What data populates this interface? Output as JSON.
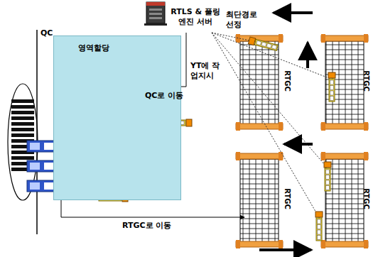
{
  "diagram": {
    "nodes": [
      {
        "text": [
          "영역할당"
        ]
      },
      {
        "text": [
          "RTLS & 풀링엔진 서버"
        ]
      }
    ],
    "labels": [
      "QC",
      "최단경로 선정",
      "YT에 작업지시",
      "QC로 이동",
      "RTGC",
      "RTGC",
      "RTGC",
      "RTGC",
      "RTGC로 이동"
    ]
  }
}
